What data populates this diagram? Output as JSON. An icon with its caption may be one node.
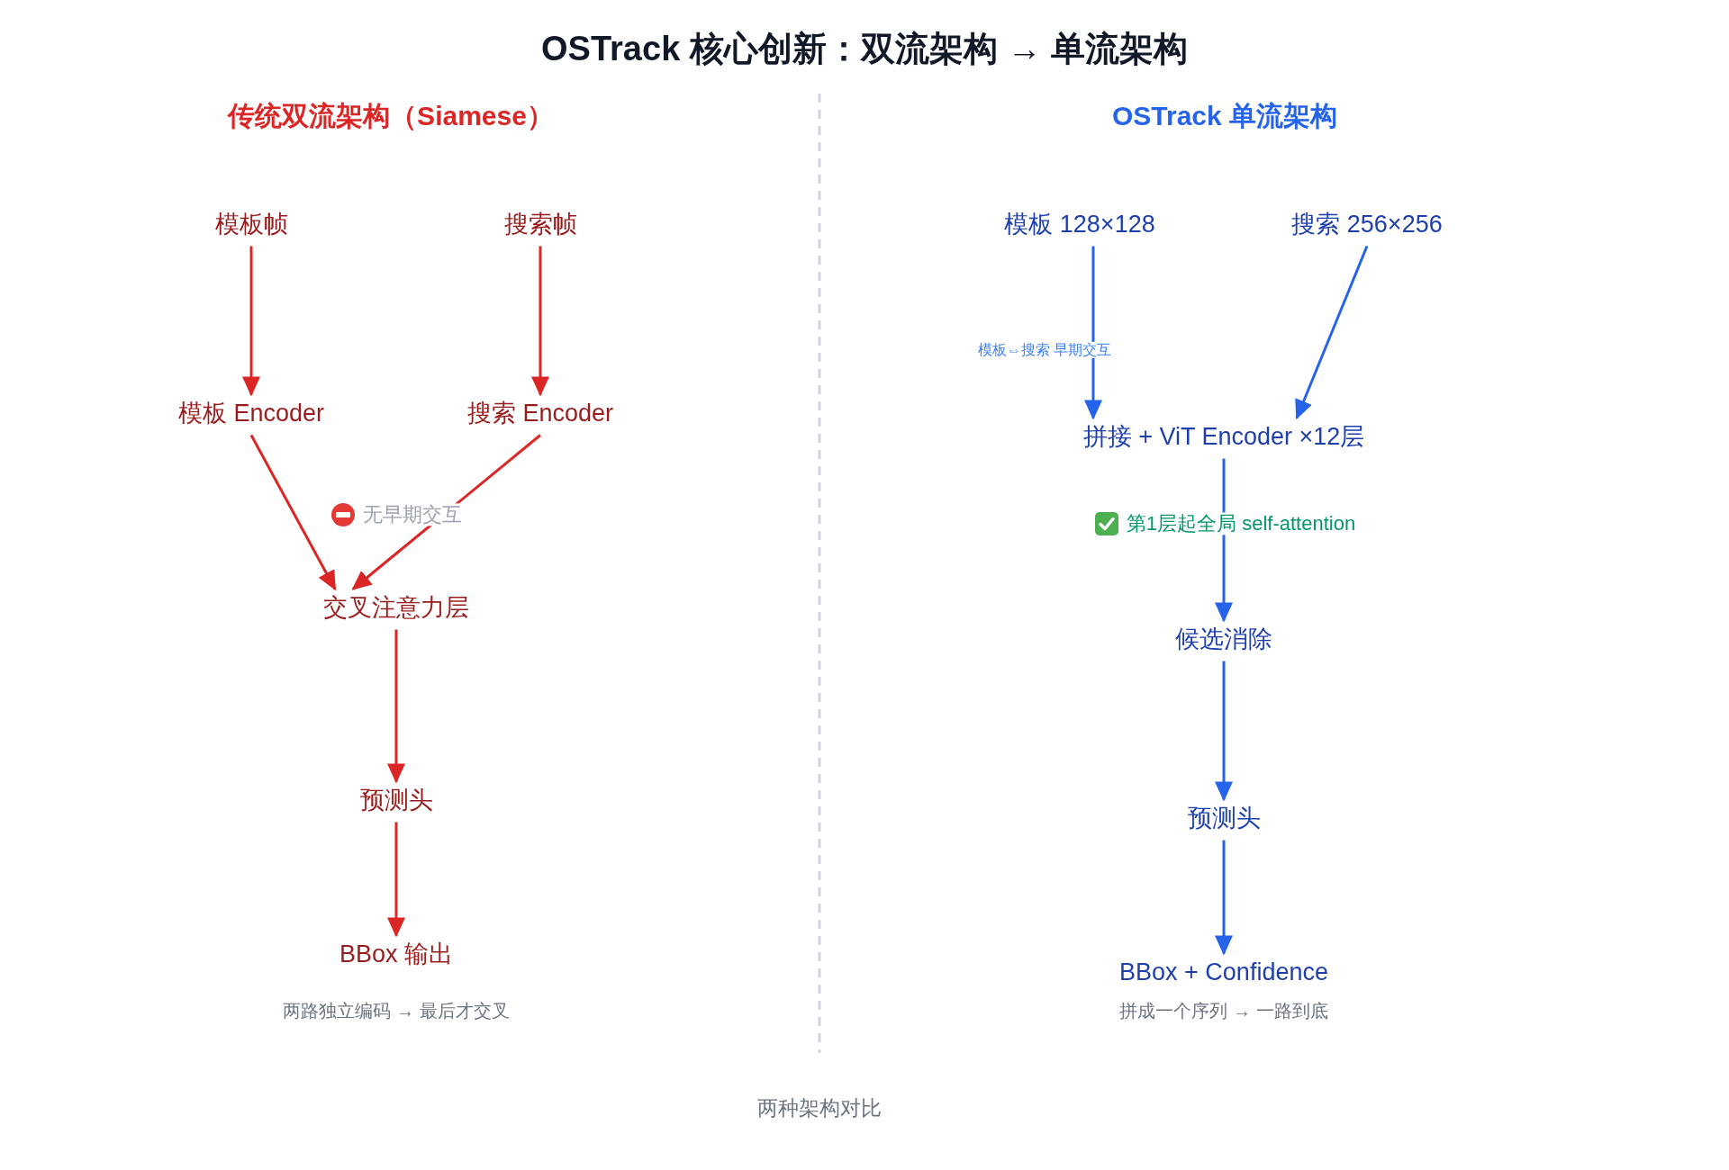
{
  "diagram": {
    "title": "OSTrack 核心创新：双流架构 → 单流架构",
    "caption": "两种架构对比",
    "nodes": [
      {
        "text": [
          "模板帧"
        ]
      },
      {
        "text": [
          "搜索帧"
        ]
      },
      {
        "text": [
          "模板 Encoder"
        ]
      },
      {
        "text": [
          "搜索 Encoder"
        ]
      },
      {
        "text": [
          "交叉注意力层"
        ]
      },
      {
        "text": [
          "预测头"
        ]
      },
      {
        "text": [
          "BBox 输出"
        ]
      },
      {
        "text": [
          "模板 128×128"
        ]
      },
      {
        "text": [
          "搜索 256×256"
        ]
      },
      {
        "text": [
          "拼接 + ViT Encoder ×12层"
        ]
      },
      {
        "text": [
          "候选消除"
        ]
      },
      {
        "text": [
          "预测头"
        ]
      },
      {
        "text": [
          "BBox + Confidence"
        ]
      }
    ],
    "edges": [
      {
        "from": 0,
        "to": 2,
        "arrow": "to",
        "color": "#dc2626"
      },
      {
        "from": 1,
        "to": 3,
        "arrow": "to",
        "color": "#dc2626"
      },
      {
        "from": 2,
        "to": 4,
        "arrow": "to",
        "color": "#dc2626"
      },
      {
        "from": 3,
        "to": 4,
        "arrow": "to",
        "color": "#dc2626",
        "label": "无早期交互"
      },
      {
        "from": 4,
        "to": 5,
        "arrow": "to",
        "color": "#dc2626"
      },
      {
        "from": 5,
        "to": 6,
        "arrow": "to",
        "color": "#dc2626"
      },
      {
        "from": 7,
        "to": 9,
        "arrow": "to",
        "color": "#2563eb",
        "label": "模板⇔搜索 早期交互"
      },
      {
        "from": 8,
        "to": 9,
        "arrow": "to",
        "color": "#2563eb"
      },
      {
        "from": 9,
        "to": 10,
        "arrow": "to",
        "color": "#2563eb",
        "label": "第1层起全局 self-attention"
      },
      {
        "from": 10,
        "to": 11,
        "arrow": "to",
        "color": "#2563eb"
      },
      {
        "from": 11,
        "to": 12,
        "arrow": "to",
        "color": "#2563eb"
      }
    ],
    "labels": [
      "传统双流架构（Siamese）",
      "OSTrack 单流架构",
      "两路独立编码 → 最后才交叉",
      "拼成一个序列 → 一路到底"
    ]
  }
}
